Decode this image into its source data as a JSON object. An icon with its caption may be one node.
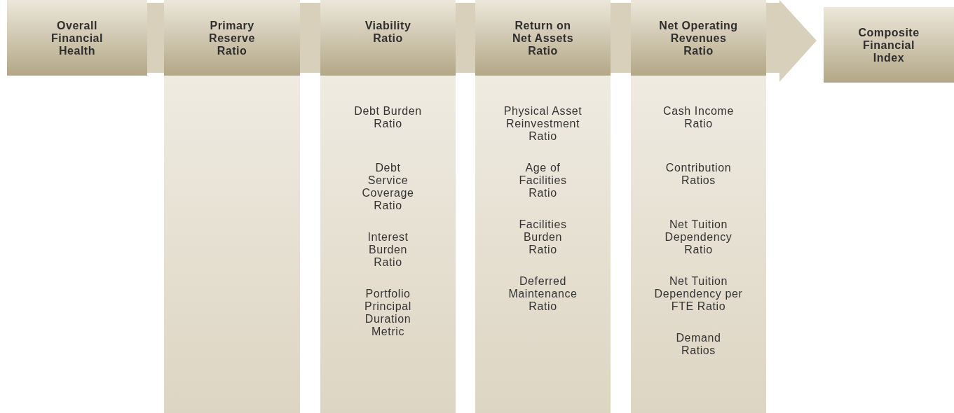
{
  "diagram": {
    "nodes": [
      {
        "text": [
          "Overall Financial Health"
        ]
      },
      {
        "text": [],
        "shape": "box"
      },
      {
        "text": [
          "Primary Reserve Ratio"
        ],
        "in": 1
      },
      {
        "text": [],
        "shape": "box"
      },
      {
        "text": [
          "Viability Ratio"
        ],
        "in": 3
      },
      {
        "text": [
          "Debt Burden Ratio"
        ],
        "in": 3
      },
      {
        "text": [
          "Debt Service Coverage Ratio"
        ],
        "in": 3
      },
      {
        "text": [
          "Interest Burden Ratio"
        ],
        "in": 3
      },
      {
        "text": [
          "Portfolio Principal Duration Metric"
        ],
        "in": 3
      },
      {
        "text": [],
        "shape": "box"
      },
      {
        "text": [
          "Return on Net Assets Ratio"
        ],
        "in": 9
      },
      {
        "text": [
          "Physical Asset Reinvestment Ratio"
        ],
        "in": 9
      },
      {
        "text": [
          "Age of Facilities Ratio"
        ],
        "in": 9
      },
      {
        "text": [
          "Facilities Burden Ratio"
        ],
        "in": 9
      },
      {
        "text": [
          "Deferred Maintenance Ratio"
        ],
        "in": 9
      },
      {
        "text": [],
        "shape": "box"
      },
      {
        "text": [
          "Net Operating Revenues Ratio"
        ],
        "in": 15
      },
      {
        "text": [
          "Cash Income Ratio"
        ],
        "in": 15
      },
      {
        "text": [
          "Contribution Ratios"
        ],
        "in": 15
      },
      {
        "text": [
          "Net Tuition Dependency Ratio"
        ],
        "in": 15
      },
      {
        "text": [
          "Net Tuition Dependency per FTE Ratio"
        ],
        "in": 15
      },
      {
        "text": [
          "Demand Ratios"
        ],
        "in": 15
      },
      {
        "text": [
          "Composite Financial Index"
        ]
      }
    ]
  }
}
